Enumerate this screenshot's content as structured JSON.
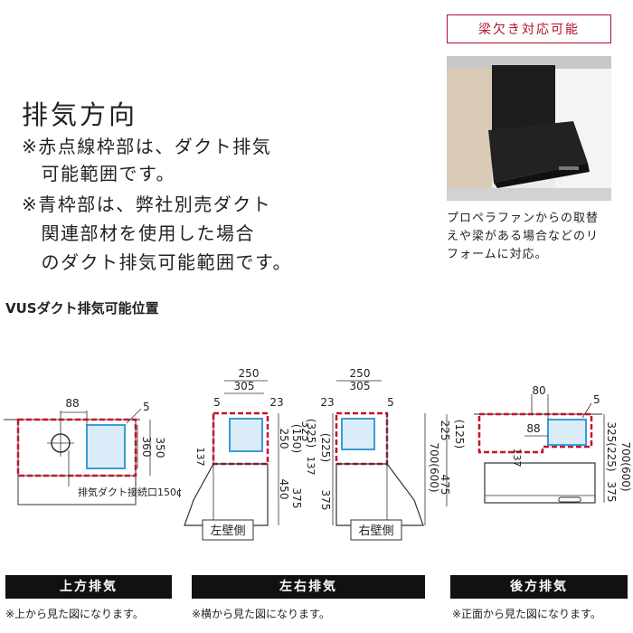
{
  "heading": "排気方向",
  "notes": [
    "※赤点線枠部は、ダクト排気",
    "　可能範囲です。",
    "※青枠部は、弊社別売ダクト",
    "　関連部材を使用した場合",
    "　のダクト排気可能範囲です。"
  ],
  "badge": "梁欠き対応可能",
  "photo_caption": [
    "プロペラファンからの取替",
    "えや梁がある場合などのリ",
    "フォームに対応。"
  ],
  "section_title": "VUSダクト排気可能位置",
  "diagram1": {
    "dim_88": "88",
    "dim_5": "5",
    "dim_360": "360",
    "dim_350": "350",
    "duct_label": "排気ダクト接続口150ϕ"
  },
  "diagram2": {
    "dim_250": "250",
    "dim_305": "305",
    "dim_5": "5",
    "dim_23": "23",
    "dim_250v": "250",
    "dim_150": "(150)",
    "dim_325": "325",
    "dim_137": "137",
    "dim_450": "450",
    "dim_375": "375",
    "label": "左壁側"
  },
  "diagram3": {
    "dim_250": "250",
    "dim_305": "305",
    "dim_23": "23",
    "dim_5": "5",
    "dim_325": "(325)",
    "dim_137": "137",
    "dim_225": "(225)",
    "dim_700": "700(600)",
    "dim_375": "375",
    "label": "右壁側"
  },
  "diagram4": {
    "dim_80": "80",
    "dim_5": "5",
    "dim_88": "88",
    "dim_225": "225",
    "dim_125": "(125)",
    "dim_137": "137",
    "dim_325": "325(225)",
    "dim_475": "475",
    "dim_375": "375",
    "dim_700": "700(600)"
  },
  "bars": [
    "上方排気",
    "左右排気",
    "後方排気"
  ],
  "footnotes": [
    "※上から見た図になります。",
    "※横から見た図になります。",
    "※正面から見た図になります。"
  ],
  "colors": {
    "red": "#c8102e",
    "blue": "#3b9ad6",
    "blue_fill": "#d9ecf8",
    "bar": "#111111"
  }
}
